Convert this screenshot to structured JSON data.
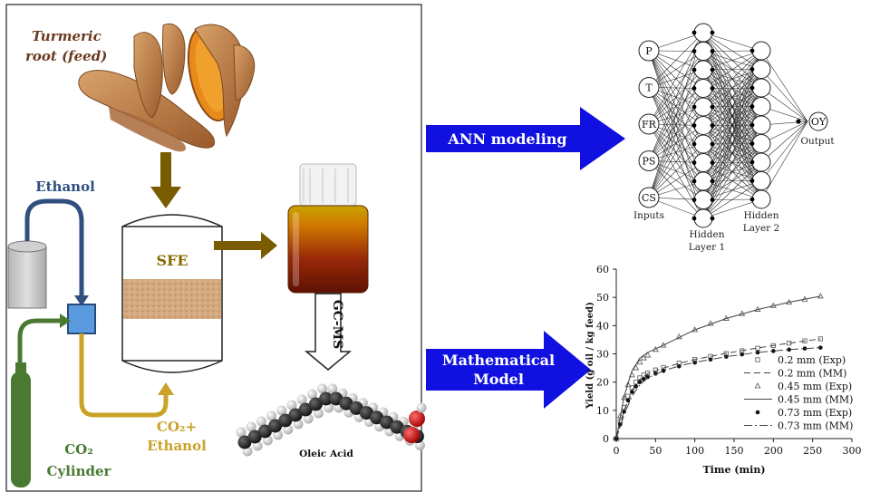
{
  "left_panel": {
    "feed_label_line1": "Turmeric",
    "feed_label_line2": "root (feed)",
    "ethanol_label": "Ethanol",
    "sfe_label": "SFE",
    "co2_ethanol_line1": "CO₂+",
    "co2_ethanol_line2": "Ethanol",
    "cylinder_line1": "CO₂",
    "cylinder_line2": "Cylinder",
    "gcms_label": "GC-MS",
    "product_label": "Oleic Acid"
  },
  "arrows": {
    "ann_label": "ANN modeling",
    "math_label_line1": "Mathematical",
    "math_label_line2": "Model"
  },
  "ann": {
    "inputs": [
      "P",
      "T",
      "FR",
      "PS",
      "CS"
    ],
    "output": "OY",
    "inputs_caption": "Inputs",
    "hidden1_line1": "Hidden",
    "hidden1_line2": "Layer 1",
    "hidden2_line1": "Hidden",
    "hidden2_line2": "Layer 2",
    "output_caption": "Output"
  },
  "colors": {
    "ethanol_line": "#2f4f7f",
    "co2_line": "#4a7a32",
    "mix_line": "#c9a227",
    "feed_arrow": "#7a5c00",
    "ann_arrow": "#1010e0"
  },
  "chart_data": {
    "type": "scatter",
    "xlabel": "Time (min)",
    "ylabel": "Yield (g oil / kg feed)",
    "xlim": [
      0,
      300
    ],
    "ylim": [
      0,
      60
    ],
    "xticks": [
      0,
      50,
      100,
      150,
      200,
      250,
      300
    ],
    "yticks": [
      0,
      10,
      20,
      30,
      40,
      50,
      60
    ],
    "legend_position": "bottom-right",
    "series": [
      {
        "name": "0.2 mm (Exp)",
        "marker": "square",
        "x": [
          0,
          5,
          10,
          15,
          20,
          25,
          30,
          35,
          40,
          50,
          60,
          80,
          100,
          120,
          140,
          160,
          180,
          200,
          220,
          240,
          260
        ],
        "y": [
          0,
          6,
          11,
          15,
          18,
          20,
          21.5,
          22.5,
          23.2,
          24.3,
          25.2,
          26.7,
          28,
          29.1,
          30.1,
          31.1,
          32,
          32.9,
          33.8,
          34.6,
          35.3
        ]
      },
      {
        "name": "0.2 mm (MM)",
        "marker": "dashed-line",
        "x": [
          0,
          10,
          20,
          30,
          40,
          60,
          80,
          100,
          140,
          180,
          220,
          260
        ],
        "y": [
          0,
          10,
          17,
          21,
          23,
          25,
          26.6,
          28,
          30.2,
          32.1,
          33.8,
          35.3
        ]
      },
      {
        "name": "0.45 mm (Exp)",
        "marker": "triangle",
        "x": [
          0,
          5,
          10,
          15,
          20,
          25,
          30,
          35,
          40,
          50,
          60,
          80,
          100,
          120,
          140,
          160,
          180,
          200,
          220,
          240,
          260
        ],
        "y": [
          0,
          8,
          14.5,
          19,
          22.5,
          25,
          27,
          28.5,
          29.5,
          31.5,
          33,
          36,
          38.5,
          40.7,
          42.5,
          44.2,
          45.7,
          47,
          48.2,
          49.3,
          50.4
        ]
      },
      {
        "name": "0.45 mm (MM)",
        "marker": "solid-line",
        "x": [
          0,
          10,
          20,
          30,
          40,
          60,
          80,
          100,
          140,
          180,
          220,
          260
        ],
        "y": [
          0,
          15,
          24,
          28.5,
          30.5,
          33,
          35.8,
          38.5,
          42.5,
          45.7,
          48.3,
          50.4
        ]
      },
      {
        "name": "0.73 mm (Exp)",
        "marker": "dot",
        "x": [
          0,
          5,
          10,
          15,
          20,
          25,
          30,
          35,
          40,
          50,
          60,
          80,
          100,
          120,
          140,
          160,
          180,
          200,
          220,
          240,
          260
        ],
        "y": [
          0,
          5,
          9.5,
          13.5,
          16.5,
          18.5,
          20,
          21,
          21.8,
          23,
          24,
          25.6,
          26.9,
          28,
          29,
          29.8,
          30.5,
          31,
          31.5,
          31.9,
          32.2
        ]
      },
      {
        "name": "0.73 mm (MM)",
        "marker": "dashdot-line",
        "x": [
          0,
          10,
          20,
          30,
          40,
          60,
          80,
          100,
          140,
          180,
          220,
          260
        ],
        "y": [
          0,
          8.5,
          15,
          19,
          21.5,
          24,
          25.7,
          27,
          29,
          30.5,
          31.5,
          32.2
        ]
      }
    ]
  }
}
